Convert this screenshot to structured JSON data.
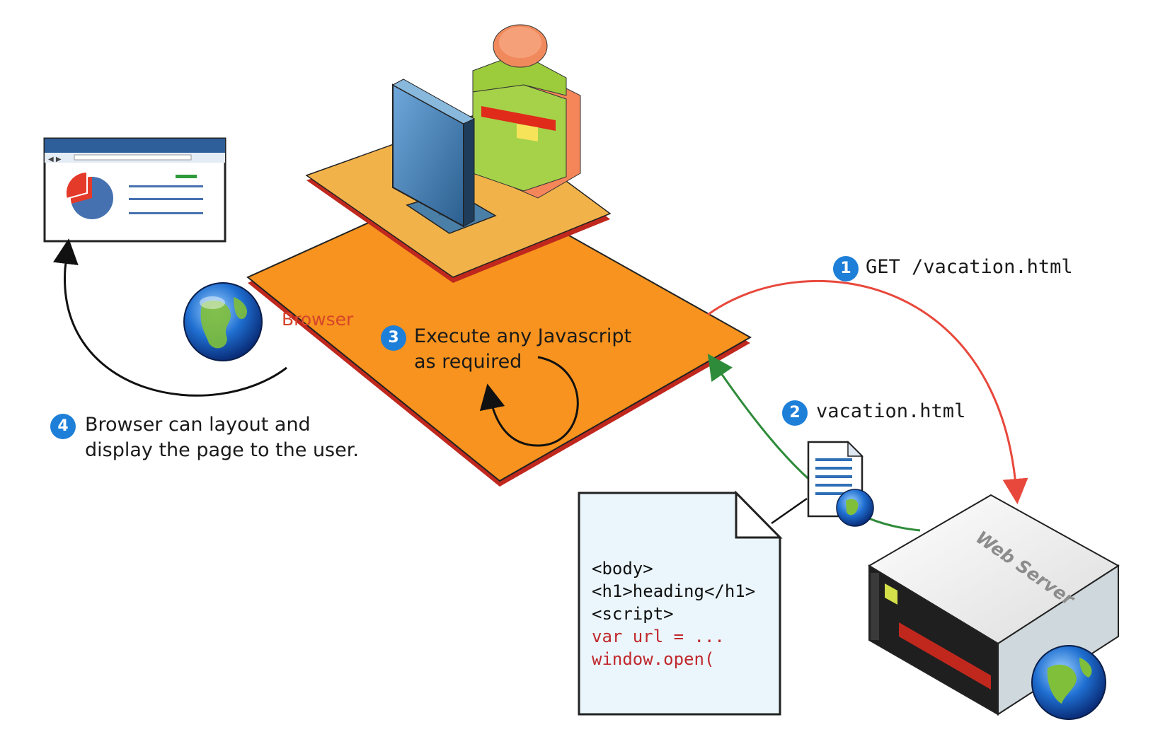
{
  "steps": [
    {
      "number": "1",
      "text": "GET /vacation.html"
    },
    {
      "number": "2",
      "text": "vacation.html"
    },
    {
      "number": "3",
      "line1": "Execute any Javascript",
      "line2": "as required"
    },
    {
      "number": "4",
      "line1": "Browser can layout and",
      "line2": "display the page to the user."
    }
  ],
  "labels": {
    "browser": "Browser",
    "web_server": "Web Server"
  },
  "code_lines": [
    {
      "text": "<body>",
      "color": "#111111"
    },
    {
      "text": "<h1>heading</h1>",
      "color": "#111111"
    },
    {
      "text": "<script>",
      "color": "#111111"
    },
    {
      "text": "var url = ...",
      "color": "#c0282d"
    },
    {
      "text": "window.open(",
      "color": "#c0282d"
    }
  ],
  "colors": {
    "platform": "#f7931e",
    "request_arrow": "#e8483c",
    "response_arrow": "#2e8b3a",
    "step_badge": "#1e7fd8",
    "document_bg": "#eaf6fb"
  }
}
